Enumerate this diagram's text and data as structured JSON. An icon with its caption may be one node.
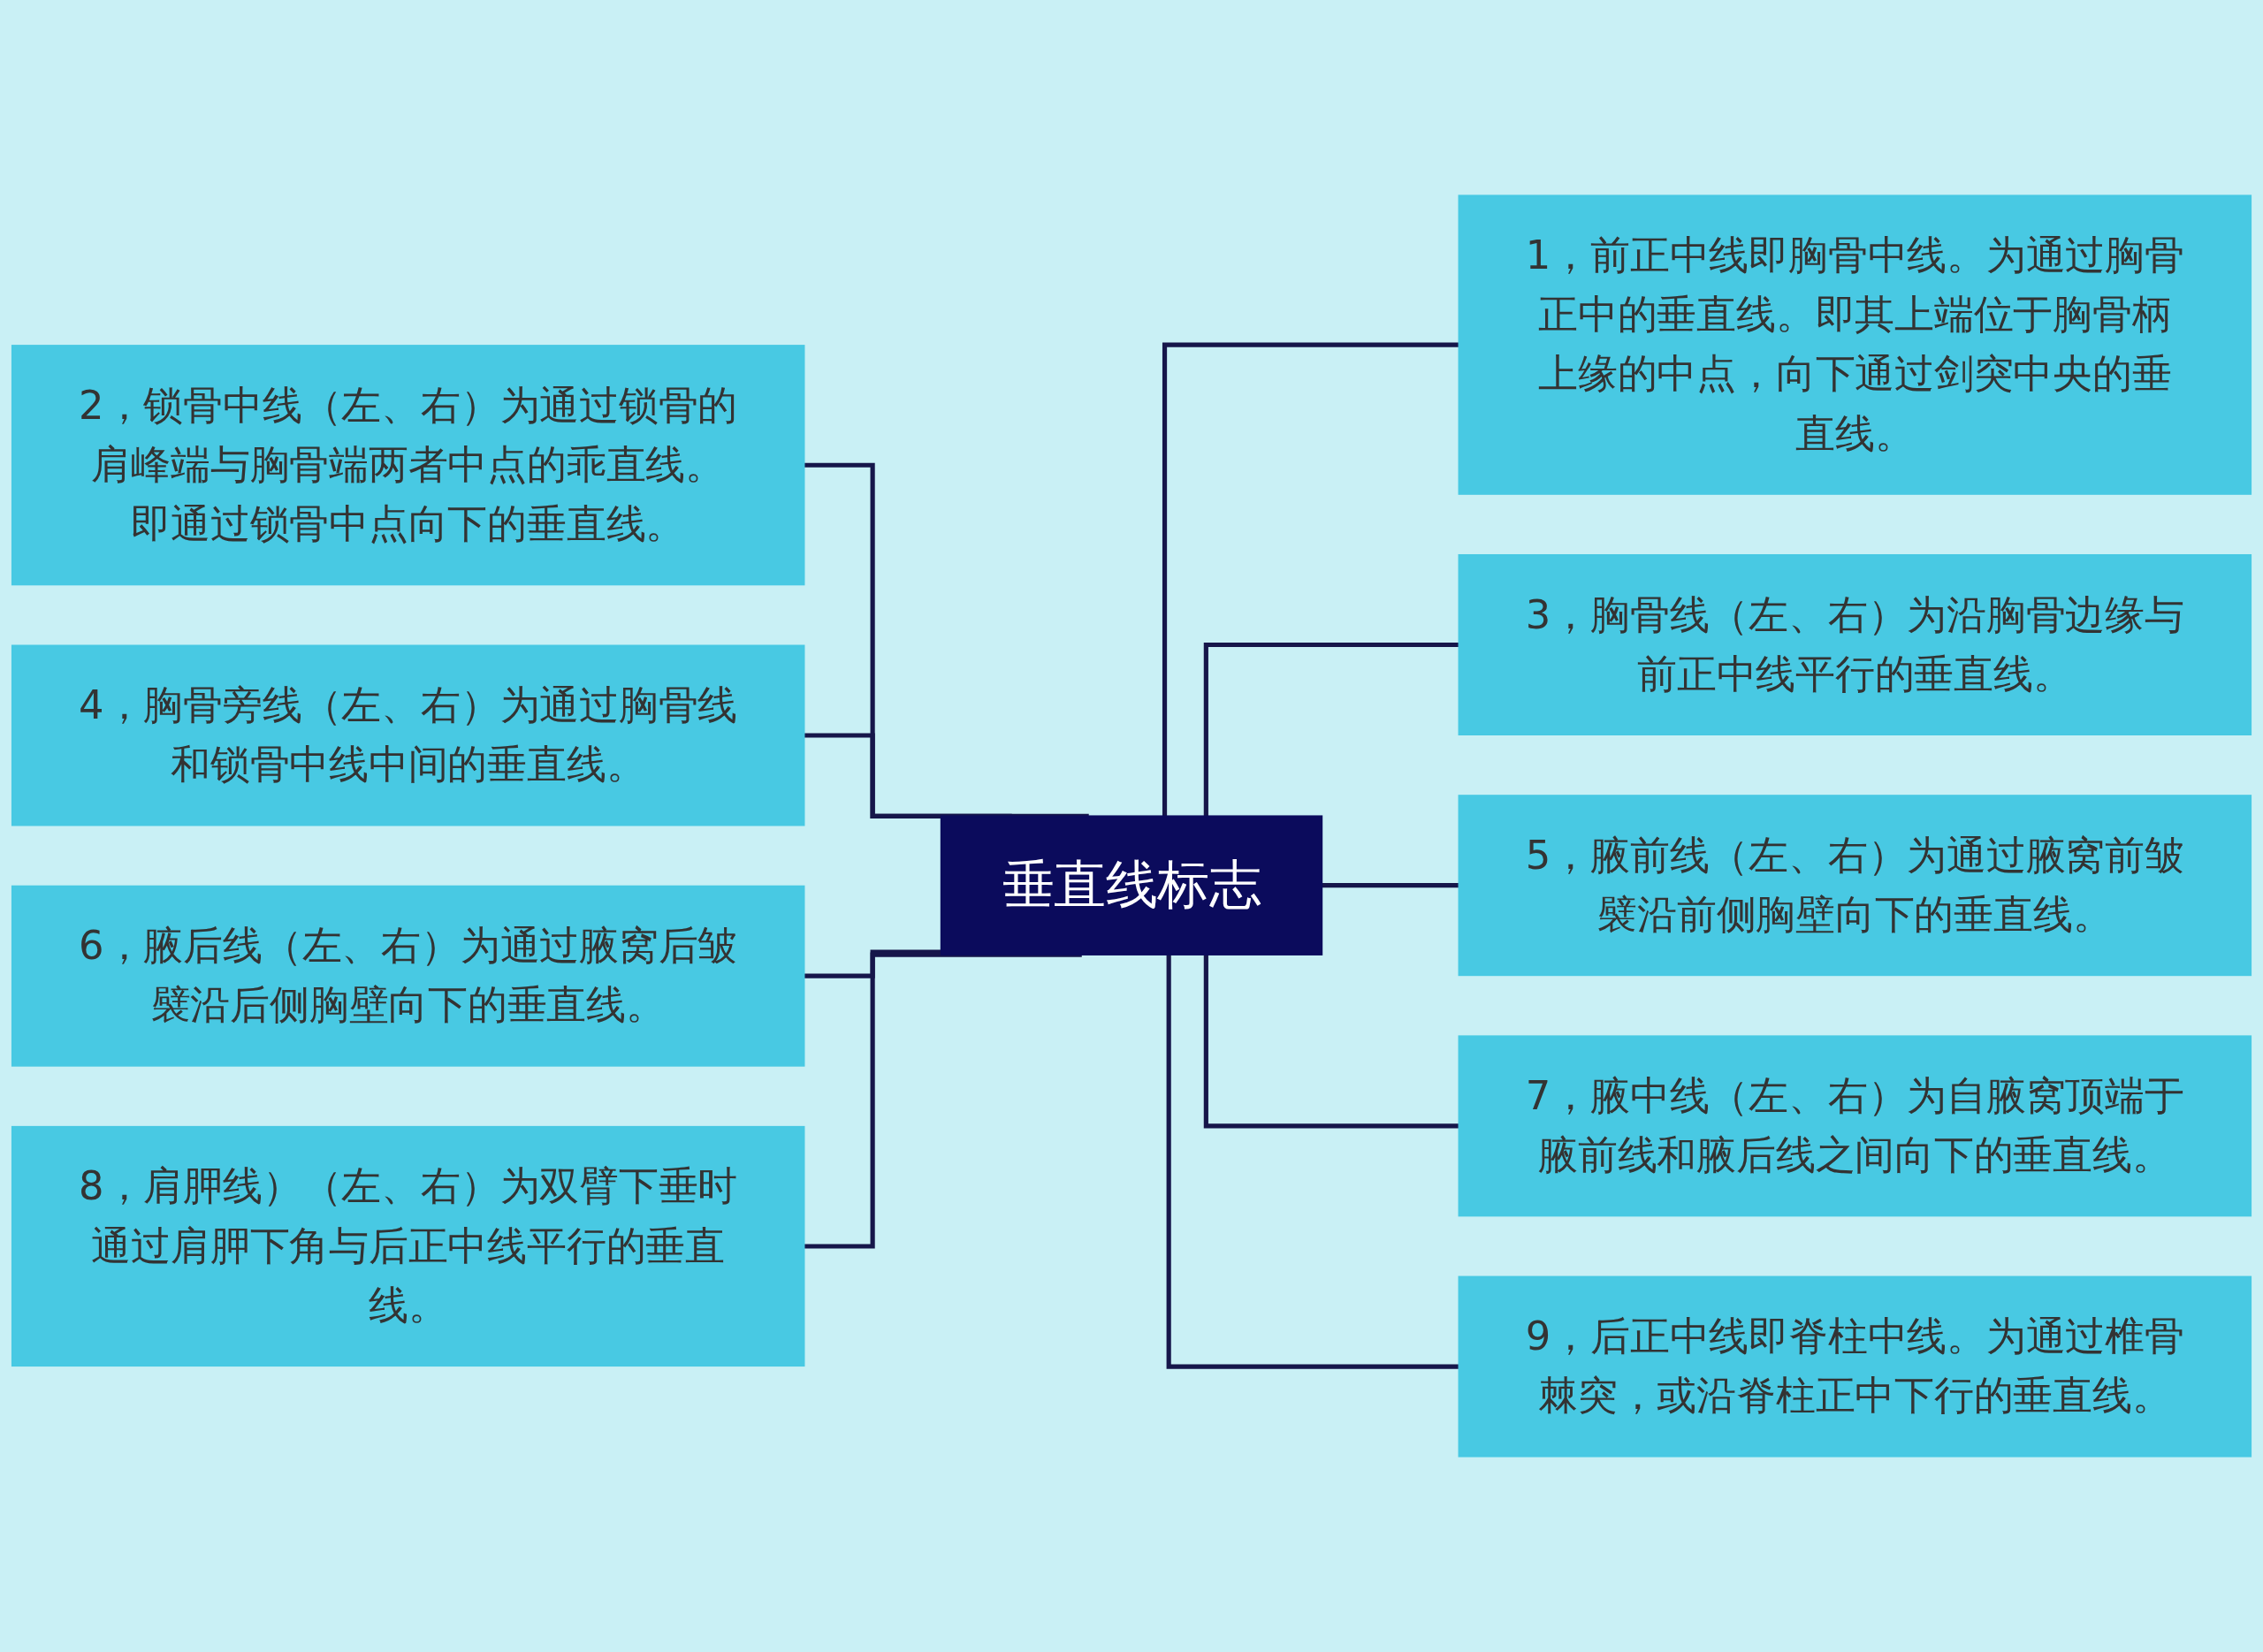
{
  "diagram": {
    "nodes": [
      {
        "text": [
          "垂直线标志"
        ]
      },
      {
        "text": [
          "1，前正中线即胸骨中线。为通过胸骨正中的垂直线。即其上端位于胸骨柄上缘的中点，向下通过剑突中央的垂直线。"
        ]
      },
      {
        "text": [
          "2，锁骨中线（左、右）为通过锁骨的肩峰端与胸骨端两者中点的乖直线。即通过锁骨中点向下的垂直线。"
        ]
      },
      {
        "text": [
          "3，胸骨线（左、右）为沿胸骨边缘与前正中线平行的垂直线。"
        ]
      },
      {
        "text": [
          "4，胸骨旁线（左、右）为通过胸骨线和锁骨中线中间的垂直线。"
        ]
      },
      {
        "text": [
          "5，腋前线（左、右）为通过腋窝前皱襞沿前侧胸壁向下的垂直线。"
        ]
      },
      {
        "text": [
          "6，腋后线（左、右）为通过腋窝后皱襞沿后侧胸壁向下的垂直线。"
        ]
      },
      {
        "text": [
          "7，腋中线（左、右）为自腋窝顶端于腋前线和腋后线之间向下的垂直线。"
        ]
      },
      {
        "text": [
          "8，肩胛线）（左、右）为双臂下垂时通过肩胛下角与后正中线平行的垂直线。"
        ]
      },
      {
        "text": [
          "9，后正中线即脊柱中线。为通过椎骨棘突，或沿脊柱正中下行的垂直线。"
        ]
      }
    ],
    "edges": [
      {
        "from": 0,
        "to": 1,
        "arrow": "none"
      },
      {
        "from": 0,
        "to": 2,
        "arrow": "none"
      },
      {
        "from": 0,
        "to": 3,
        "arrow": "none"
      },
      {
        "from": 0,
        "to": 4,
        "arrow": "none"
      },
      {
        "from": 0,
        "to": 5,
        "arrow": "none"
      },
      {
        "from": 0,
        "to": 6,
        "arrow": "none"
      },
      {
        "from": 0,
        "to": 7,
        "arrow": "none"
      },
      {
        "from": 0,
        "to": 8,
        "arrow": "none"
      },
      {
        "from": 0,
        "to": 9,
        "arrow": "none"
      }
    ]
  }
}
